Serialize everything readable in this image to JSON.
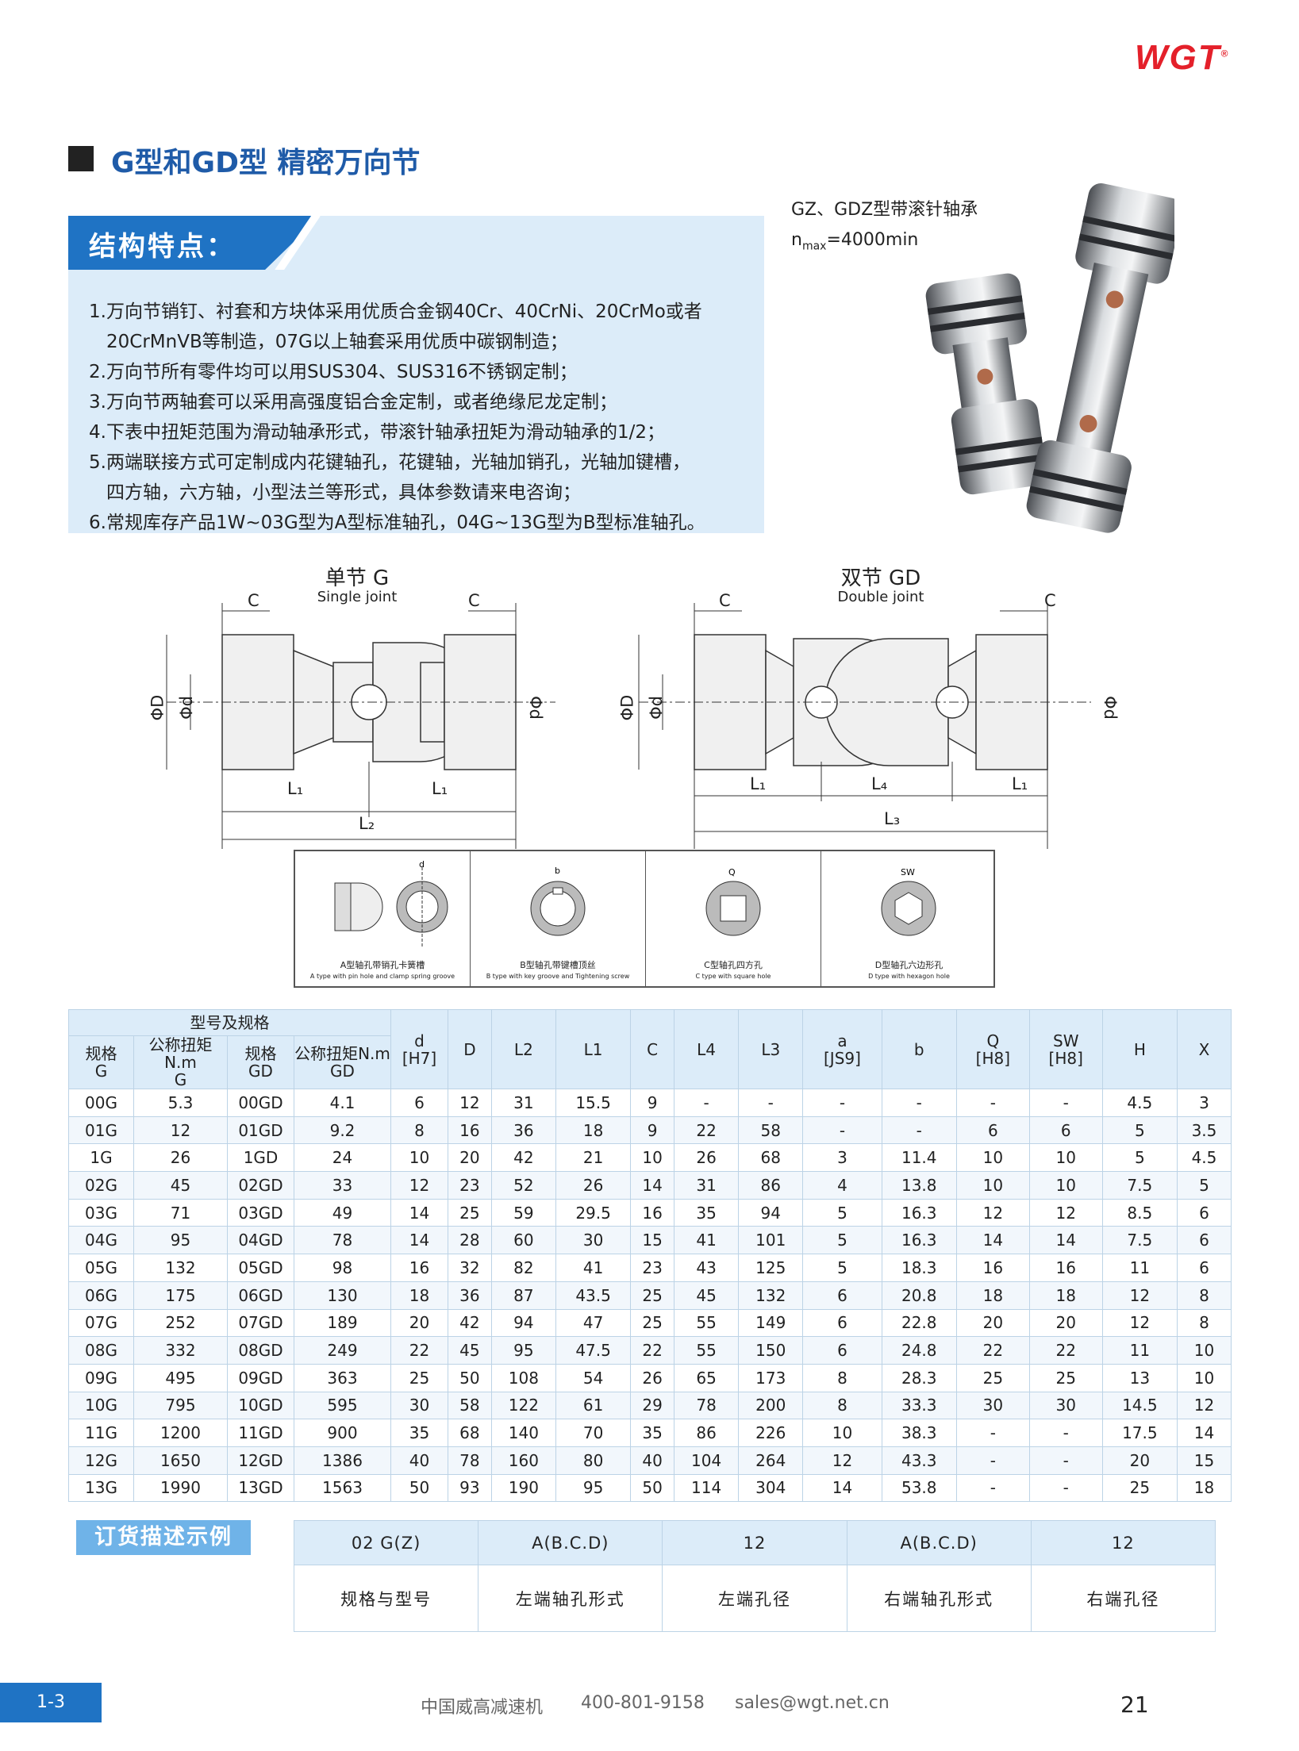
{
  "brand": {
    "logo": "WGT",
    "reg": "®"
  },
  "title": "G型和GD型 精密万向节",
  "features": {
    "heading": "结构特点：",
    "items": [
      {
        "l1": "1.万向节销钉、衬套和方块体采用优质合金钢40Cr、40CrNi、20CrMo或者",
        "l2": "20CrMnVB等制造，07G以上轴套采用优质中碳钢制造；"
      },
      {
        "l1": "2.万向节所有零件均可以用SUS304、SUS316不锈钢定制；"
      },
      {
        "l1": "3.万向节两轴套可以采用高强度铝合金定制，或者绝缘尼龙定制；"
      },
      {
        "l1": "4.下表中扭矩范围为滑动轴承形式，带滚针轴承扭矩为滑动轴承的1/2；"
      },
      {
        "l1": "5.两端联接方式可定制成内花键轴孔，花键轴，光轴加销孔，光轴加键槽，",
        "l2": "四方轴，六方轴，小型法兰等形式，具体参数请来电咨询；"
      },
      {
        "l1": "6.常规库存产品1W~03G型为A型标准轴孔，04G~13G型为B型标准轴孔。"
      }
    ]
  },
  "photo_caption": {
    "line1": "GZ、GDZ型带滚针轴承",
    "n": "n",
    "sub": "max",
    "rest": "=4000min"
  },
  "drawings": {
    "single": {
      "title": "单节 G",
      "subtitle": "Single joint"
    },
    "double": {
      "title": "双节 GD",
      "subtitle": "Double joint"
    },
    "dims": {
      "C": "C",
      "D": "ΦD",
      "d": "Φd",
      "L1": "L₁",
      "L2": "L₂",
      "L3": "L₃",
      "L4": "L₄"
    }
  },
  "bore_types": [
    {
      "cn": "A型轴孔带销孔卡簧槽",
      "en": "A type with pin hole and clamp spring groove",
      "mark": "d"
    },
    {
      "cn": "B型轴孔带键槽顶丝",
      "en": "B type with key groove and Tightening screw",
      "mark": "b"
    },
    {
      "cn": "C型轴孔四方孔",
      "en": "C type with square hole",
      "mark": "Q"
    },
    {
      "cn": "D型轴孔六边形孔",
      "en": "D type with hexagon hole",
      "mark": "SW"
    }
  ],
  "table": {
    "group_header": "型号及规格",
    "headers": [
      "规格 G",
      "公称扭矩N.m G",
      "规格 GD",
      "公称扭矩N.m GD",
      "d [H7]",
      "D",
      "L2",
      "L1",
      "C",
      "L4",
      "L3",
      "a [JS9]",
      "b",
      "Q [H8]",
      "SW [H8]",
      "H",
      "X"
    ],
    "h": {
      "g1": "规格",
      "g2": "G",
      "t1": "公称扭矩N.m",
      "t2": "G",
      "gd1": "规格",
      "gd2": "GD",
      "td1": "公称扭矩N.m",
      "td2": "GD",
      "d1": "d",
      "d2": "[H7]",
      "D": "D",
      "L2": "L2",
      "L1": "L1",
      "C": "C",
      "L4": "L4",
      "L3": "L3",
      "a1": "a",
      "a2": "[JS9]",
      "b": "b",
      "Q1": "Q",
      "Q2": "[H8]",
      "SW1": "SW",
      "SW2": "[H8]",
      "H": "H",
      "X": "X"
    },
    "rows": [
      [
        "00G",
        "5.3",
        "00GD",
        "4.1",
        "6",
        "12",
        "31",
        "15.5",
        "9",
        "-",
        "-",
        "-",
        "-",
        "-",
        "-",
        "4.5",
        "3"
      ],
      [
        "01G",
        "12",
        "01GD",
        "9.2",
        "8",
        "16",
        "36",
        "18",
        "9",
        "22",
        "58",
        "-",
        "-",
        "6",
        "6",
        "5",
        "3.5"
      ],
      [
        "1G",
        "26",
        "1GD",
        "24",
        "10",
        "20",
        "42",
        "21",
        "10",
        "26",
        "68",
        "3",
        "11.4",
        "10",
        "10",
        "5",
        "4.5"
      ],
      [
        "02G",
        "45",
        "02GD",
        "33",
        "12",
        "23",
        "52",
        "26",
        "14",
        "31",
        "86",
        "4",
        "13.8",
        "10",
        "10",
        "7.5",
        "5"
      ],
      [
        "03G",
        "71",
        "03GD",
        "49",
        "14",
        "25",
        "59",
        "29.5",
        "16",
        "35",
        "94",
        "5",
        "16.3",
        "12",
        "12",
        "8.5",
        "6"
      ],
      [
        "04G",
        "95",
        "04GD",
        "78",
        "14",
        "28",
        "60",
        "30",
        "15",
        "41",
        "101",
        "5",
        "16.3",
        "14",
        "14",
        "7.5",
        "6"
      ],
      [
        "05G",
        "132",
        "05GD",
        "98",
        "16",
        "32",
        "82",
        "41",
        "23",
        "43",
        "125",
        "5",
        "18.3",
        "16",
        "16",
        "11",
        "6"
      ],
      [
        "06G",
        "175",
        "06GD",
        "130",
        "18",
        "36",
        "87",
        "43.5",
        "25",
        "45",
        "132",
        "6",
        "20.8",
        "18",
        "18",
        "12",
        "8"
      ],
      [
        "07G",
        "252",
        "07GD",
        "189",
        "20",
        "42",
        "94",
        "47",
        "25",
        "55",
        "149",
        "6",
        "22.8",
        "20",
        "20",
        "12",
        "8"
      ],
      [
        "08G",
        "332",
        "08GD",
        "249",
        "22",
        "45",
        "95",
        "47.5",
        "22",
        "55",
        "150",
        "6",
        "24.8",
        "22",
        "22",
        "11",
        "10"
      ],
      [
        "09G",
        "495",
        "09GD",
        "363",
        "25",
        "50",
        "108",
        "54",
        "26",
        "65",
        "173",
        "8",
        "28.3",
        "25",
        "25",
        "13",
        "10"
      ],
      [
        "10G",
        "795",
        "10GD",
        "595",
        "30",
        "58",
        "122",
        "61",
        "29",
        "78",
        "200",
        "8",
        "33.3",
        "30",
        "30",
        "14.5",
        "12"
      ],
      [
        "11G",
        "1200",
        "11GD",
        "900",
        "35",
        "68",
        "140",
        "70",
        "35",
        "86",
        "226",
        "10",
        "38.3",
        "-",
        "-",
        "17.5",
        "14"
      ],
      [
        "12G",
        "1650",
        "12GD",
        "1386",
        "40",
        "78",
        "160",
        "80",
        "40",
        "104",
        "264",
        "12",
        "43.3",
        "-",
        "-",
        "20",
        "15"
      ],
      [
        "13G",
        "1990",
        "13GD",
        "1563",
        "50",
        "93",
        "190",
        "95",
        "50",
        "114",
        "304",
        "14",
        "53.8",
        "-",
        "-",
        "25",
        "18"
      ]
    ]
  },
  "order": {
    "label": "订货描述示例",
    "codes": [
      "02 G(Z)",
      "A(B.C.D)",
      "12",
      "A(B.C.D)",
      "12"
    ],
    "desc": [
      "规格与型号",
      "左端轴孔形式",
      "左端孔径",
      "右端轴孔形式",
      "右端孔径"
    ]
  },
  "footer": {
    "section": "1-3",
    "company": "中国威高减速机",
    "phone": "400-801-9158",
    "email": "sales@wgt.net.cn",
    "page": "21"
  }
}
